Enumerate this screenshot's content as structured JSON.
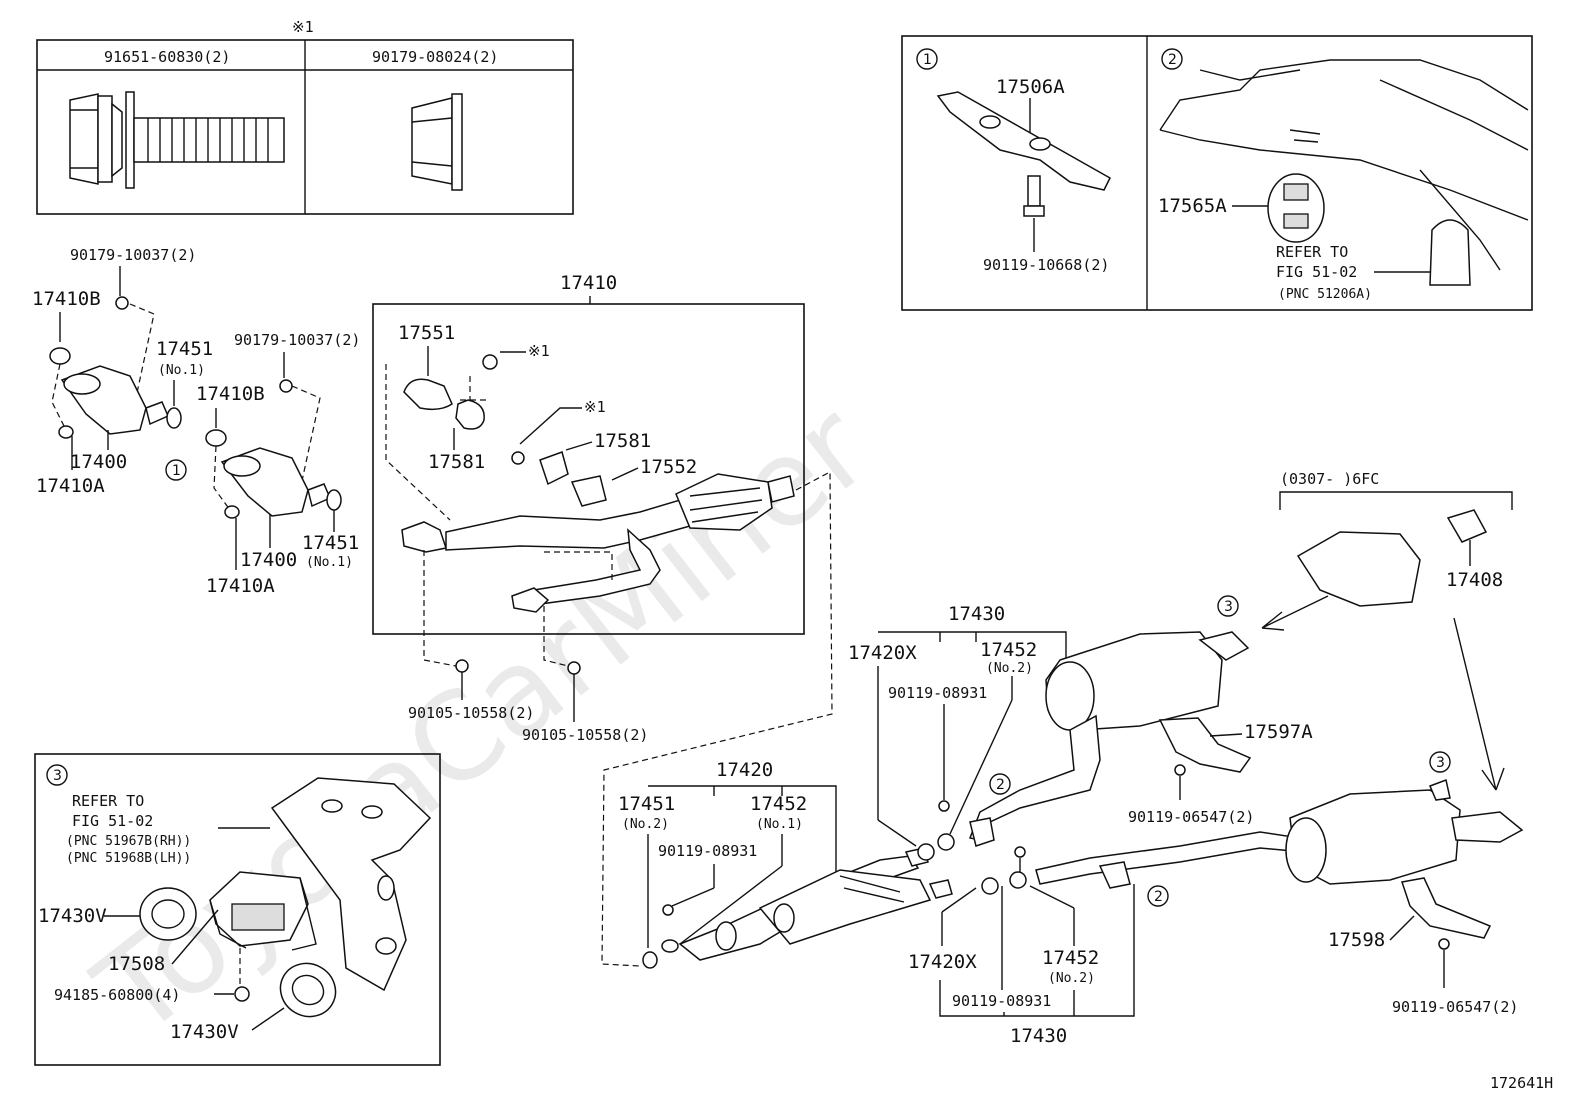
{
  "watermark": "ToyotaCarMiner",
  "diagram_id": "172641H",
  "note_ref": "※1",
  "fastener_table": {
    "col1": "91651-60830(2)",
    "col2": "90179-08024(2)"
  },
  "detail1": {
    "circle": "1",
    "part_bracket": "17506A",
    "bolt": "90119-10668(2)"
  },
  "detail2": {
    "circle": "2",
    "hanger": "17565A",
    "refer1": "REFER TO",
    "refer2": "FIG 51-02",
    "refer3": "(PNC 51206A)"
  },
  "detail3": {
    "circle": "3",
    "refer1": "REFER TO",
    "refer2": "FIG 51-02",
    "pnc_rh": "(PNC 51967B(RH))",
    "pnc_lh": "(PNC 51968B(LH))",
    "gasket_a": "17430V",
    "gasket_b": "17430V",
    "hanger": "17508",
    "nut": "94185-60800(4)"
  },
  "left": {
    "nut_top": "90179-10037(2)",
    "nut_mid": "90179-10037(2)",
    "gasket_b1": "17410B",
    "gasket_b2": "17410B",
    "gasket_a1": "17410A",
    "gasket_a2": "17410A",
    "conv1": "17400",
    "conv2": "17400",
    "gasket_451a": "17451",
    "gasket_451a_no": "(No.1)",
    "gasket_451b": "17451",
    "gasket_451b_no": "(No.1)",
    "circle": "1"
  },
  "front_pipe": {
    "title": "17410",
    "insulator": "17551",
    "note1": "※1",
    "note2": "※1",
    "bracket1": "17581",
    "bracket2": "17581",
    "bracket3": "17552",
    "bolt1": "90105-10558(2)",
    "bolt2": "90105-10558(2)"
  },
  "center_pipe": {
    "title": "17420",
    "gasket451": "17451",
    "gasket451_no": "(No.2)",
    "gasket452": "17452",
    "gasket452_no": "(No.1)",
    "bolt": "90119-08931"
  },
  "tail_upper": {
    "title": "17430",
    "ring": "17420X",
    "gasket": "17452",
    "gasket_no": "(No.2)",
    "bolt": "90119-08931",
    "circle2": "2",
    "circle3": "3",
    "insulator": "17597A",
    "insul_bolt": "90119-06547(2)"
  },
  "tail_lower": {
    "title": "17430",
    "ring": "17420X",
    "gasket": "17452",
    "gasket_no": "(No.2)",
    "bolt": "90119-08931",
    "circle2": "2",
    "circle3": "3",
    "insulator": "17598",
    "insul_bolt": "90119-06547(2)"
  },
  "tip": {
    "range": "(0307-   )6FC",
    "part": "17408"
  }
}
